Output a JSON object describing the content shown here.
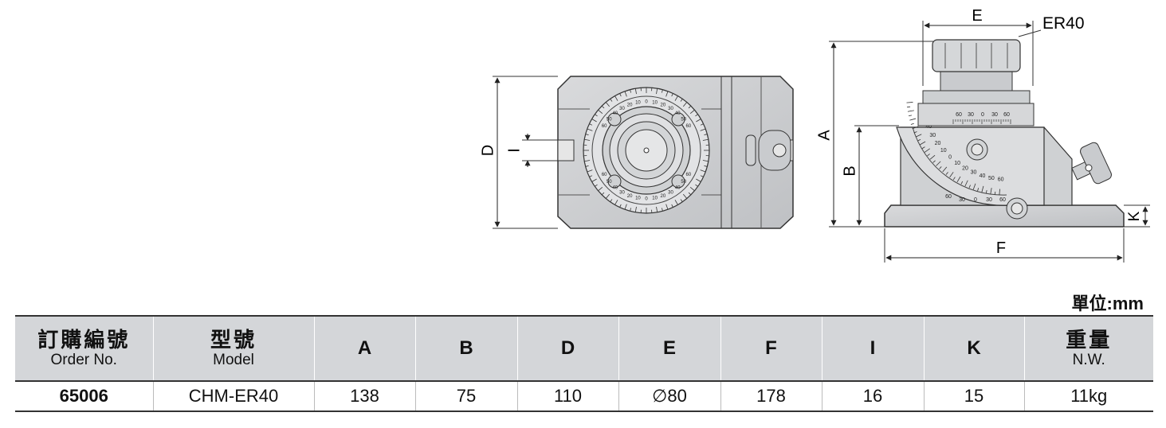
{
  "labels": {
    "A": "A",
    "B": "B",
    "D": "D",
    "E": "E",
    "F": "F",
    "I": "I",
    "K": "K",
    "collet": "ER40"
  },
  "top_scale": [
    "60",
    "50",
    "40",
    "30",
    "20",
    "10",
    "0",
    "10",
    "20",
    "30",
    "40",
    "50",
    "60"
  ],
  "cross_scale": [
    "60",
    "30",
    "0",
    "30",
    "60"
  ],
  "side_scale": [
    "60",
    "50",
    "40",
    "30",
    "20",
    "10",
    "0",
    "10",
    "20",
    "30",
    "40",
    "50",
    "60"
  ],
  "side_scale_outer": [
    "60",
    "30",
    "0",
    "30",
    "60"
  ],
  "unit_label": "單位:mm",
  "table": {
    "headers": [
      {
        "zh": "訂購編號",
        "en": "Order No."
      },
      {
        "zh": "型號",
        "en": "Model"
      },
      {
        "en": "A"
      },
      {
        "en": "B"
      },
      {
        "en": "D"
      },
      {
        "en": "E"
      },
      {
        "en": "F"
      },
      {
        "en": "I"
      },
      {
        "en": "K"
      },
      {
        "zh": "重量",
        "en": "N.W."
      }
    ],
    "row": [
      "65006",
      "CHM-ER40",
      "138",
      "75",
      "110",
      "∅80",
      "178",
      "16",
      "15",
      "11kg"
    ]
  }
}
